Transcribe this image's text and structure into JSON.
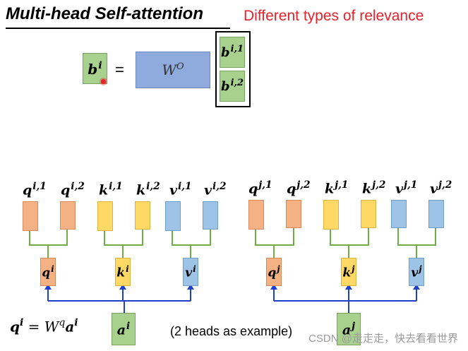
{
  "header": {
    "title": "Multi-head Self-attention",
    "subtitle": "Different types of relevance"
  },
  "top_equation": {
    "output": {
      "base": "b",
      "sup": "i"
    },
    "equals": "=",
    "weight": {
      "base": "W",
      "sup": "O"
    },
    "stack": [
      {
        "base": "b",
        "sup": "i,1"
      },
      {
        "base": "b",
        "sup": "i,2"
      }
    ]
  },
  "heads_i": [
    {
      "base": "q",
      "sup": "i,1"
    },
    {
      "base": "q",
      "sup": "i,2"
    },
    {
      "base": "k",
      "sup": "i,1"
    },
    {
      "base": "k",
      "sup": "i,2"
    },
    {
      "base": "v",
      "sup": "i,1"
    },
    {
      "base": "v",
      "sup": "i,2"
    }
  ],
  "heads_j": [
    {
      "base": "q",
      "sup": "j,1"
    },
    {
      "base": "q",
      "sup": "j,2"
    },
    {
      "base": "k",
      "sup": "j,1"
    },
    {
      "base": "k",
      "sup": "j,2"
    },
    {
      "base": "v",
      "sup": "j,1"
    },
    {
      "base": "v",
      "sup": "j,2"
    }
  ],
  "mid_i": [
    {
      "base": "q",
      "sup": "i"
    },
    {
      "base": "k",
      "sup": "i"
    },
    {
      "base": "v",
      "sup": "i"
    }
  ],
  "mid_j": [
    {
      "base": "q",
      "sup": "j"
    },
    {
      "base": "k",
      "sup": "j"
    },
    {
      "base": "v",
      "sup": "j"
    }
  ],
  "inputs": [
    {
      "base": "a",
      "sup": "i"
    },
    {
      "base": "a",
      "sup": "j"
    }
  ],
  "formula": {
    "lhs": "q",
    "lhs_sup": "i",
    "eq": "=",
    "w": "W",
    "w_sup": "q",
    "a": "a",
    "a_sup": "i"
  },
  "note": "(2 heads as example)",
  "watermark": "CSDN @走走走，快去看看世界",
  "colors": {
    "title_red": "#e8212b",
    "green": "#a9d18e",
    "blue_wo": "#8faadc",
    "q_red": "#f4b183",
    "k_yellow": "#ffd966",
    "v_blue": "#9dc3e6",
    "green_line": "#70ad47",
    "blue_line": "#1f3fd1"
  }
}
